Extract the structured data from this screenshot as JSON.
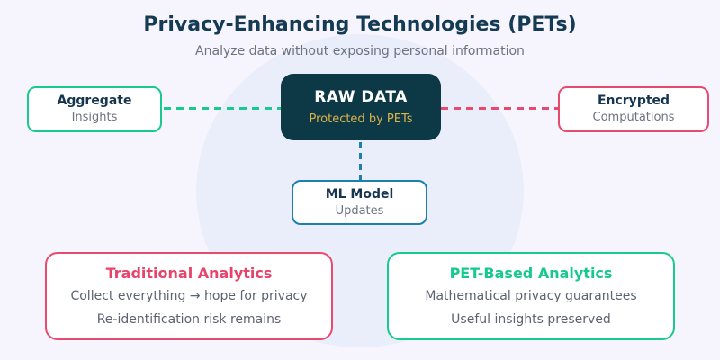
{
  "header": {
    "title": "Privacy-Enhancing Technologies (PETs)",
    "subtitle": "Analyze data without exposing personal information"
  },
  "nodes": {
    "center": {
      "title": "RAW DATA",
      "subtitle": "Protected by PETs"
    },
    "left": {
      "title": "Aggregate",
      "subtitle": "Insights"
    },
    "right": {
      "title": "Encrypted",
      "subtitle": "Computations"
    },
    "bottom": {
      "title": "ML Model",
      "subtitle": "Updates"
    }
  },
  "panels": {
    "traditional": {
      "title": "Traditional Analytics",
      "lines": [
        "Collect everything → hope for privacy",
        "Re-identification risk remains"
      ]
    },
    "pet_based": {
      "title": "PET-Based Analytics",
      "lines": [
        "Mathematical privacy guarantees",
        "Useful insights preserved"
      ]
    }
  },
  "colors": {
    "background": "#f6f5fd",
    "ellipse": "#e9eefa",
    "title_navy": "#143b53",
    "center_box": "#0d3947",
    "gold": "#d9b44a",
    "green": "#1ac98c",
    "pink": "#e84a6e",
    "blue": "#1b80ad",
    "gray_text": "#6b7280"
  }
}
